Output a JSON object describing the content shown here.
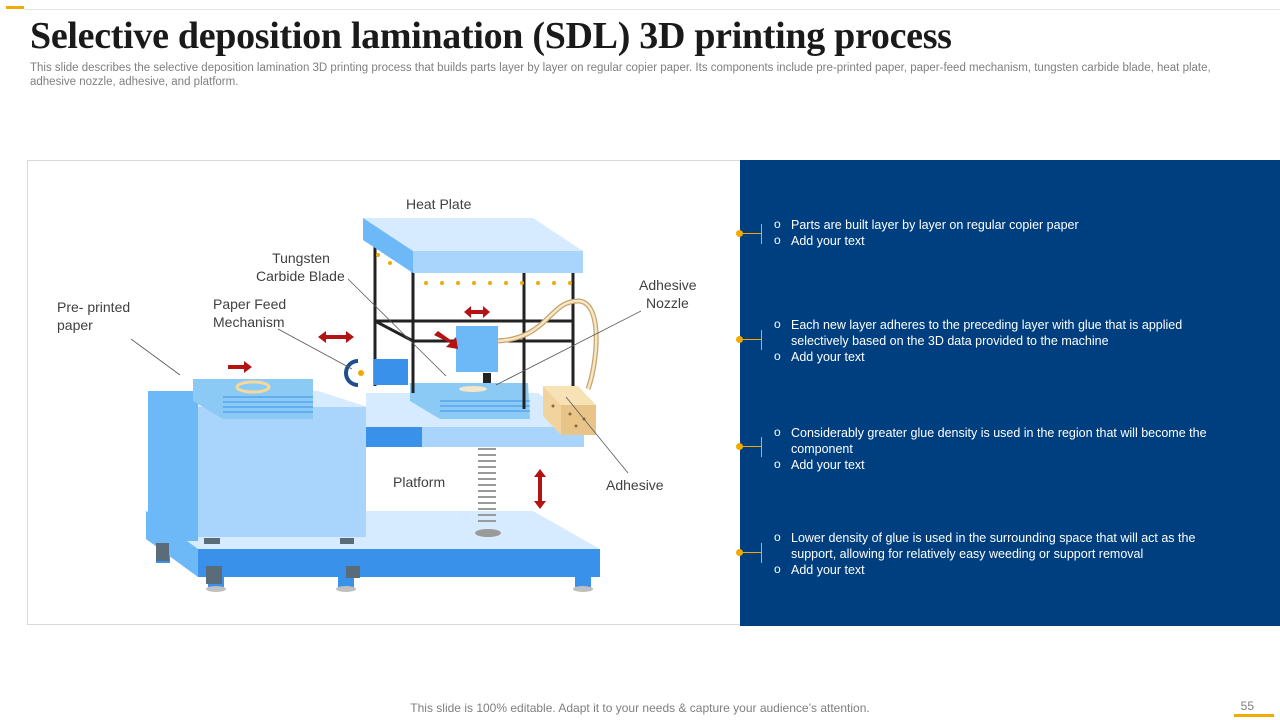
{
  "title": "Selective deposition lamination (SDL) 3D printing process",
  "subtitle": "This slide describes the selective deposition lamination 3D printing process that builds parts layer by layer on regular copier paper. Its components include pre-printed paper, paper-feed mechanism, tungsten carbide blade, heat plate, adhesive nozzle, adhesive, and platform.",
  "diagram": {
    "labels": {
      "heat_plate": "Heat Plate",
      "tungsten_line1": "Tungsten",
      "tungsten_line2": "Carbide Blade",
      "paper_feed_line1": "Paper Feed",
      "paper_feed_line2": "Mechanism",
      "pre_printed_line1": "Pre- printed",
      "pre_printed_line2": "paper",
      "adhesive_nozzle_line1": "Adhesive",
      "adhesive_nozzle_line2": "Nozzle",
      "platform": "Platform",
      "adhesive": "Adhesive"
    }
  },
  "points": [
    {
      "bullets": [
        "Parts are built layer by layer on regular copier paper",
        "Add your text"
      ]
    },
    {
      "bullets": [
        "Each new layer adheres to the preceding layer with glue that is applied selectively based on the 3D data provided  to the machine",
        "Add your text"
      ]
    },
    {
      "bullets": [
        "Considerably greater glue density is used in the region that will become the component",
        "Add your text"
      ]
    },
    {
      "bullets": [
        "Lower density of glue is used in the surrounding  space that will act as the support, allowing for relatively easy weeding  or support removal",
        "Add your text"
      ]
    }
  ],
  "footer": "This slide is 100% editable. Adapt it to your needs & capture your audience’s attention.",
  "page_number": "55",
  "colors": {
    "accent": "#f2a900",
    "panel": "#003f7f",
    "machine_light": "#cfe8ff",
    "machine_mid": "#6db8f7",
    "machine_dark": "#3a91ea"
  }
}
